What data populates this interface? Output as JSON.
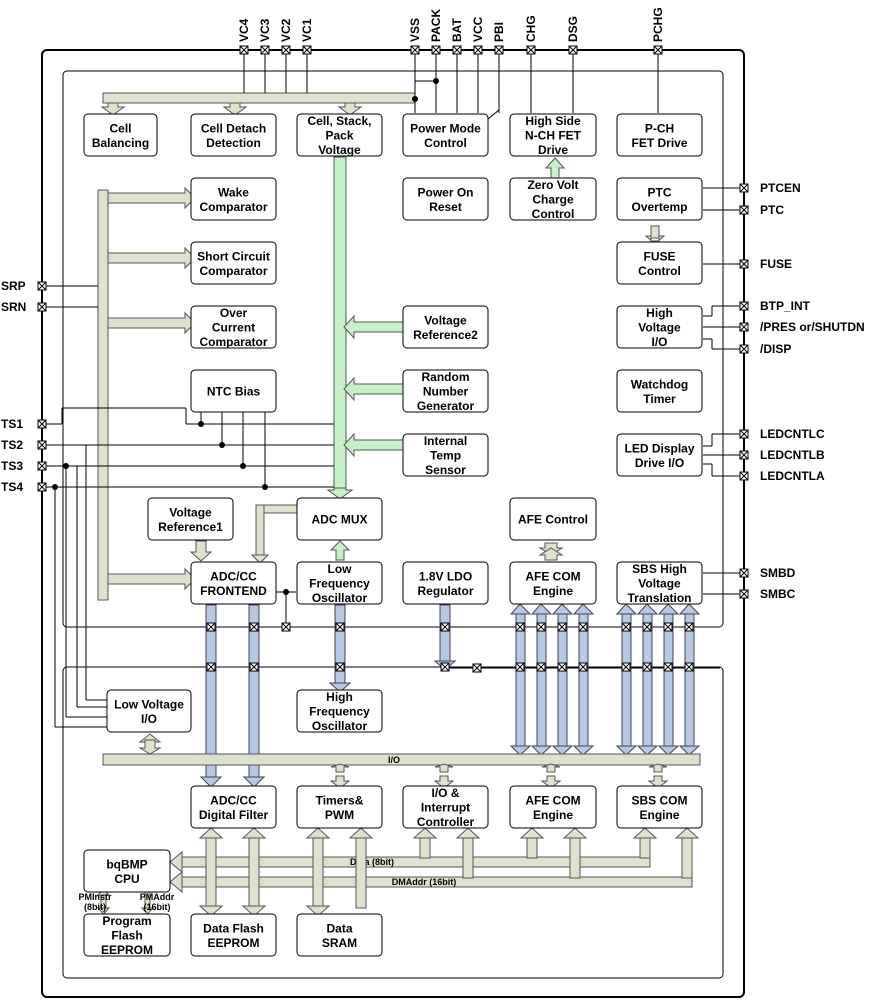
{
  "pins": {
    "top": [
      "VC4",
      "VC3",
      "VC2",
      "VC1",
      "VSS",
      "PACK",
      "BAT",
      "VCC",
      "PBI",
      "CHG",
      "DSG",
      "PCHG"
    ],
    "left": [
      "SRP",
      "SRN",
      "TS1",
      "TS2",
      "TS3",
      "TS4"
    ],
    "right": [
      "PTCEN",
      "PTC",
      "FUSE",
      "BTP_INT",
      "/PRES or/SHUTDN",
      "/DISP",
      "LEDCNTLC",
      "LEDCNTLB",
      "LEDCNTLA",
      "SMBD",
      "SMBC"
    ]
  },
  "blocks": {
    "cell_balancing": [
      "Cell",
      "Balancing"
    ],
    "cell_detach": [
      "Cell Detach",
      "Detection"
    ],
    "cell_stack": [
      "Cell, Stack,",
      "Pack",
      "Voltage"
    ],
    "power_mode": [
      "Power Mode",
      "Control"
    ],
    "high_side": [
      "High Side",
      "N-CH FET",
      "Drive"
    ],
    "pch": [
      "P-CH",
      "FET Drive"
    ],
    "wake": [
      "Wake",
      "Comparator"
    ],
    "short_circuit": [
      "Short Circuit",
      "Comparator"
    ],
    "over_current": [
      "Over",
      "Current",
      "Comparator"
    ],
    "ntc": [
      "NTC Bias"
    ],
    "power_on": [
      "Power On",
      "Reset"
    ],
    "zero_volt": [
      "Zero Volt",
      "Charge",
      "Control"
    ],
    "ptc": [
      "PTC",
      "Overtemp"
    ],
    "fuse": [
      "FUSE",
      "Control"
    ],
    "vref2": [
      "Voltage",
      "Reference2"
    ],
    "hv_io": [
      "High",
      "Voltage",
      "I/O"
    ],
    "rng": [
      "Random",
      "Number",
      "Generator"
    ],
    "watchdog": [
      "Watchdog",
      "Timer"
    ],
    "temp_sensor": [
      "Internal",
      "Temp",
      "Sensor"
    ],
    "led_drive": [
      "LED Display",
      "Drive I/O"
    ],
    "vref1": [
      "Voltage",
      "Reference1"
    ],
    "adc_mux": [
      "ADC MUX"
    ],
    "afe_control": [
      "AFE Control"
    ],
    "adc_frontend": [
      "ADC/CC",
      "FRONTEND"
    ],
    "lfo": [
      "Low",
      "Frequency",
      "Oscillator"
    ],
    "ldo": [
      "1.8V LDO",
      "Regulator"
    ],
    "afe_com_top": [
      "AFE COM",
      "Engine"
    ],
    "sbs_hv": [
      "SBS High",
      "Voltage",
      "Translation"
    ],
    "lv_io": [
      "Low Voltage",
      "I/O"
    ],
    "hfo": [
      "High",
      "Frequency",
      "Oscillator"
    ],
    "adc_filter": [
      "ADC/CC",
      "Digital Filter"
    ],
    "timers": [
      "Timers&",
      "PWM"
    ],
    "io_int": [
      "I/O &",
      "Interrupt",
      "Controller"
    ],
    "afe_com_bot": [
      "AFE COM",
      "Engine"
    ],
    "sbs_com": [
      "SBS COM",
      "Engine"
    ],
    "cpu": [
      "bqBMP",
      "CPU"
    ],
    "prog_flash": [
      "Program",
      "Flash",
      "EEPROM"
    ],
    "data_flash": [
      "Data Flash",
      "EEPROM"
    ],
    "data_sram": [
      "Data",
      "SRAM"
    ]
  },
  "bus_labels": {
    "io": "I/O",
    "data": "Data (8bit)",
    "dmaddr": "DMAddr (16bit)",
    "pminstr": [
      "PMInstr",
      "(8bit)"
    ],
    "pmaddr": [
      "PMAddr",
      "(16bit)"
    ]
  },
  "colors": {
    "gray_bus": "#dde2cf",
    "green_bus": "#c8f0c8",
    "blue_bus": "#b8c8e4"
  }
}
